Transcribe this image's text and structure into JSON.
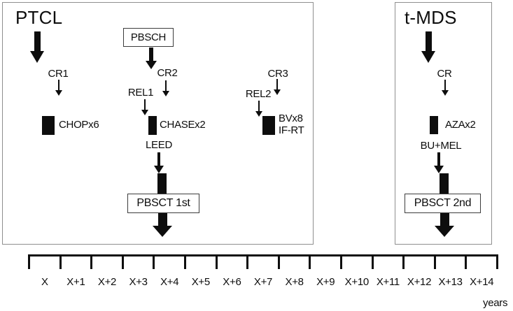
{
  "figure": {
    "left_panel": {
      "title": "PTCL",
      "pbsch_label": "PBSCH",
      "cr1_label": "CR1",
      "cr2_label": "CR2",
      "cr3_label": "CR3",
      "rel1_label": "REL1",
      "rel2_label": "REL2",
      "chop_label": "CHOPx6",
      "chase_label": "CHASEx2",
      "bv_label_line1": "BVx8",
      "bv_label_line2": "IF-RT",
      "leed_label": "LEED",
      "pbsct1_label": "PBSCT 1st"
    },
    "right_panel": {
      "title": "t-MDS",
      "cr_label": "CR",
      "aza_label": "AZAx2",
      "bumel_label": "BU+MEL",
      "pbsct2_label": "PBSCT 2nd"
    },
    "timeline": {
      "tick_labels": [
        "X",
        "X+1",
        "X+2",
        "X+3",
        "X+4",
        "X+5",
        "X+6",
        "X+7",
        "X+8",
        "X+9",
        "X+10",
        "X+11",
        "X+12",
        "X+13",
        "X+14"
      ],
      "axis_unit": "years"
    },
    "colors": {
      "ink": "#0d0d0d",
      "panel_border": "#8f8f8f",
      "box_border": "#3c3c3c",
      "background": "#ffffff"
    }
  }
}
